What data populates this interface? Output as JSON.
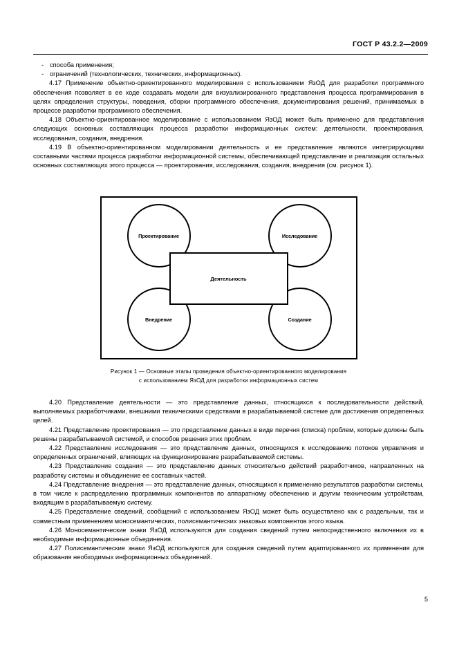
{
  "document": {
    "standard_header": "ГОСТ Р 43.2.2—2009",
    "page_number": "5"
  },
  "top_section": {
    "bullets": [
      {
        "dash": "-",
        "text": "способа применения;"
      },
      {
        "dash": "-",
        "text": "ограничений (технологических, технических, информационных)."
      }
    ],
    "paragraphs": [
      {
        "number": "4.17",
        "text": "4.17  Применение объектно-ориентированного моделирования с использованием ЯзОД для разработки программного обеспечения позволяет в ее ходе создавать модели для визуализированного представления процесса программирования в целях определения структуры, поведения, сборки программного обеспечения, документирования решений, принимаемых в процессе разработки программного обеспечения."
      },
      {
        "number": "4.18",
        "text": "4.18  Объектно-ориентированное моделирование с использованием ЯзОД может быть применено для представления следующих основных составляющих процесса разработки информационных систем: деятельности, проектирования, исследования, создания, внедрения."
      },
      {
        "number": "4.19",
        "text": "4.19  В объектно-ориентированном моделировании деятельность и ее представление являются интегрирующими составными частями процесса разработки информационной системы, обеспечивающей представление и реализация остальных основных составляющих этого процесса — проектирования, исследования, создания, внедрения (см. рисунок 1)."
      }
    ]
  },
  "figure": {
    "center_node": {
      "label": "Деятельность",
      "shape": "rectangle"
    },
    "outer_nodes": [
      {
        "id": "design",
        "label": "Проектирование",
        "shape": "circle",
        "position": "top-left"
      },
      {
        "id": "research",
        "label": "Исследование",
        "shape": "circle",
        "position": "top-right"
      },
      {
        "id": "deploy",
        "label": "Внедрение",
        "shape": "circle",
        "position": "bottom-left"
      },
      {
        "id": "create",
        "label": "Создание",
        "shape": "circle",
        "position": "bottom-right"
      }
    ],
    "caption_line1": "Рисунок  1 — Основные этапы проведения объектно-ориентированного моделирования",
    "caption_line2": "с использованием ЯзОД для разработки информационных систем"
  },
  "bottom_section": {
    "paragraphs": [
      {
        "number": "4.20",
        "text": "4.20  Представление деятельности — это представление данных, относящихся к последовательности действий, выполняемых разработчиками, внешними техническими средствами в разрабатываемой системе для достижения определенных целей."
      },
      {
        "number": "4.21",
        "text": "4.21  Представление проектирования — это представление данных в виде перечня (списка) проблем, которые должны быть решены разрабатываемой системой, и способов решения этих проблем."
      },
      {
        "number": "4.22",
        "text": "4.22  Представление исследования — это представление данных, относящихся к исследованию потоков управления и определенных ограничений, влияющих на функционирование разрабатываемой системы."
      },
      {
        "number": "4.23",
        "text": "4.23  Представление создания — это представление данных относительно действий разработчиков, направленных на разработку системы и объединение ее составных частей."
      },
      {
        "number": "4.24",
        "text": "4.24  Представление внедрения — это представление данных, относящихся к применению результатов разработки системы, в том числе к распределению программных компонентов по аппаратному обеспечению и другим техническим устройствам, входящим в разрабатываемую систему."
      },
      {
        "number": "4.25",
        "text": "4.25  Представление сведений, сообщений с использованием ЯзОД может быть осуществлено как с раздельным, так и совместным применением моносемантических, полисемантических знаковых компонентов этого языка."
      },
      {
        "number": "4.26",
        "text": "4.26  Моносемантические знаки ЯзОД используются для создания сведений путем непосредственного включения их в необходимые информационные объединения."
      },
      {
        "number": "4.27",
        "text": "4.27  Полисемантические знаки ЯзОД используются для создания сведений путем адаптированного их применения для образования необходимых информационных объединений."
      }
    ]
  }
}
